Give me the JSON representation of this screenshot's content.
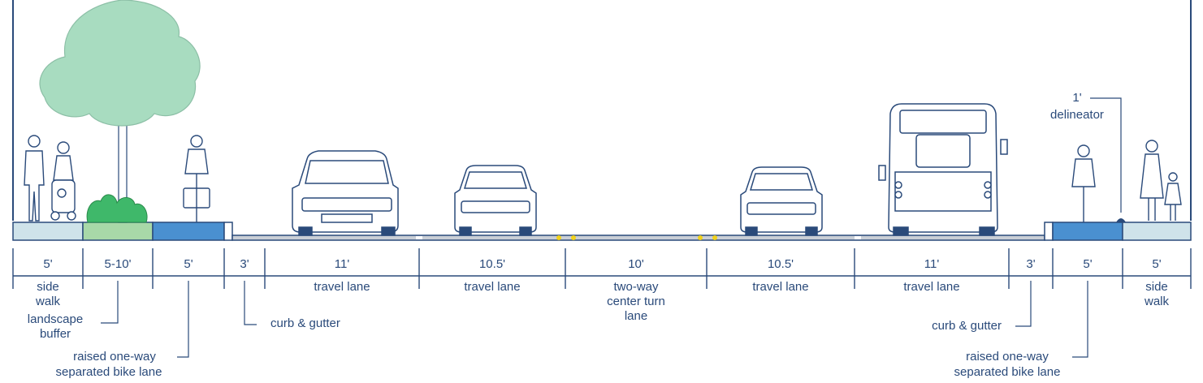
{
  "segments": [
    {
      "width": "5'",
      "lines": [
        "side",
        "walk"
      ]
    },
    {
      "width": "5-10'",
      "lines": []
    },
    {
      "width": "5'",
      "lines": []
    },
    {
      "width": "3'",
      "lines": []
    },
    {
      "width": "11'",
      "lines": [
        "travel lane"
      ]
    },
    {
      "width": "10.5'",
      "lines": [
        "travel lane"
      ]
    },
    {
      "width": "10'",
      "lines": [
        "two-way",
        "center turn",
        "lane"
      ]
    },
    {
      "width": "10.5'",
      "lines": [
        "travel lane"
      ]
    },
    {
      "width": "11'",
      "lines": [
        "travel lane"
      ]
    },
    {
      "width": "3'",
      "lines": []
    },
    {
      "width": "5'",
      "lines": []
    },
    {
      "width": "5'",
      "lines": [
        "side",
        "walk"
      ]
    }
  ],
  "callouts": {
    "landscape_buffer": [
      "landscape",
      "buffer"
    ],
    "bike_lane_left": [
      "raised one-way",
      "separated bike lane"
    ],
    "curb_left": [
      "curb & gutter"
    ],
    "curb_right": [
      "curb & gutter"
    ],
    "bike_lane_right": [
      "raised one-way",
      "separated bike lane"
    ],
    "delineator_width": "1'",
    "delineator": "delineator"
  },
  "colors": {
    "line": "#2a4a7a",
    "sidewalk": "#cfe3ea",
    "buffer": "#a8d8a8",
    "bike": "#4a90d0",
    "road": "#c9ced6",
    "tree": "#a8dcc0",
    "shrub": "#3fb86a",
    "center_marking": "#f2d21b"
  }
}
